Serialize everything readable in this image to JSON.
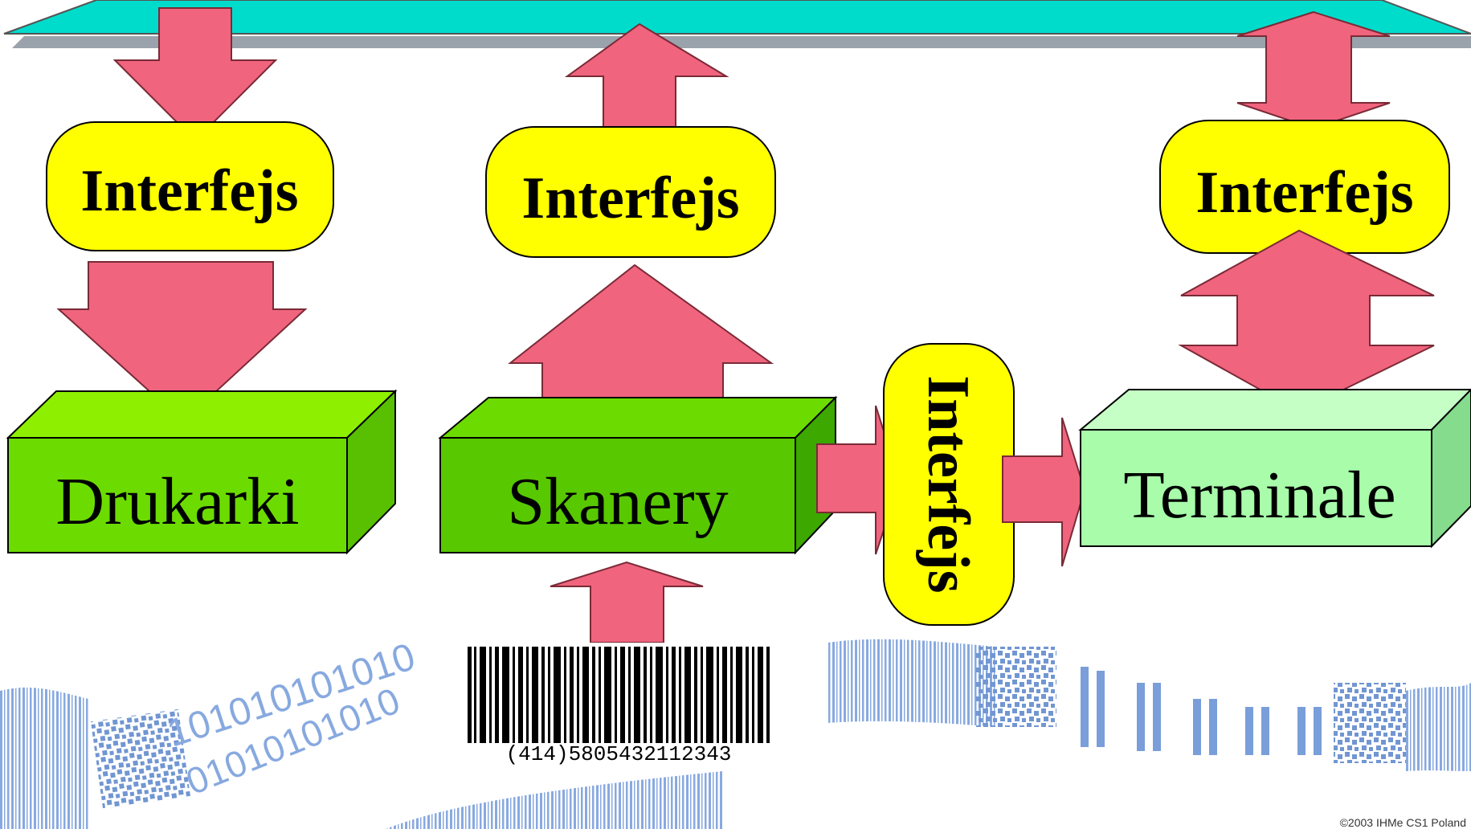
{
  "interface_label": "Interfejs",
  "devices": {
    "printers": "Drukarki",
    "scanners": "Skanery",
    "terminals": "Terminale"
  },
  "barcode_number": "(414)5805432112343",
  "decor_digits": "101010101010",
  "decor_digits_2": "01010101010",
  "footer": "©2003 IHMe CS1 Poland",
  "colors": {
    "bus": "#00dccc",
    "bus_shadow": "#9aa2ac",
    "arrow": "#f0647e",
    "interface": "#ffff00",
    "printer_box": "#6cdc00",
    "scanner_box": "#58c800",
    "terminal_box": "#a8fcaa",
    "decor": "#5a86d0"
  }
}
